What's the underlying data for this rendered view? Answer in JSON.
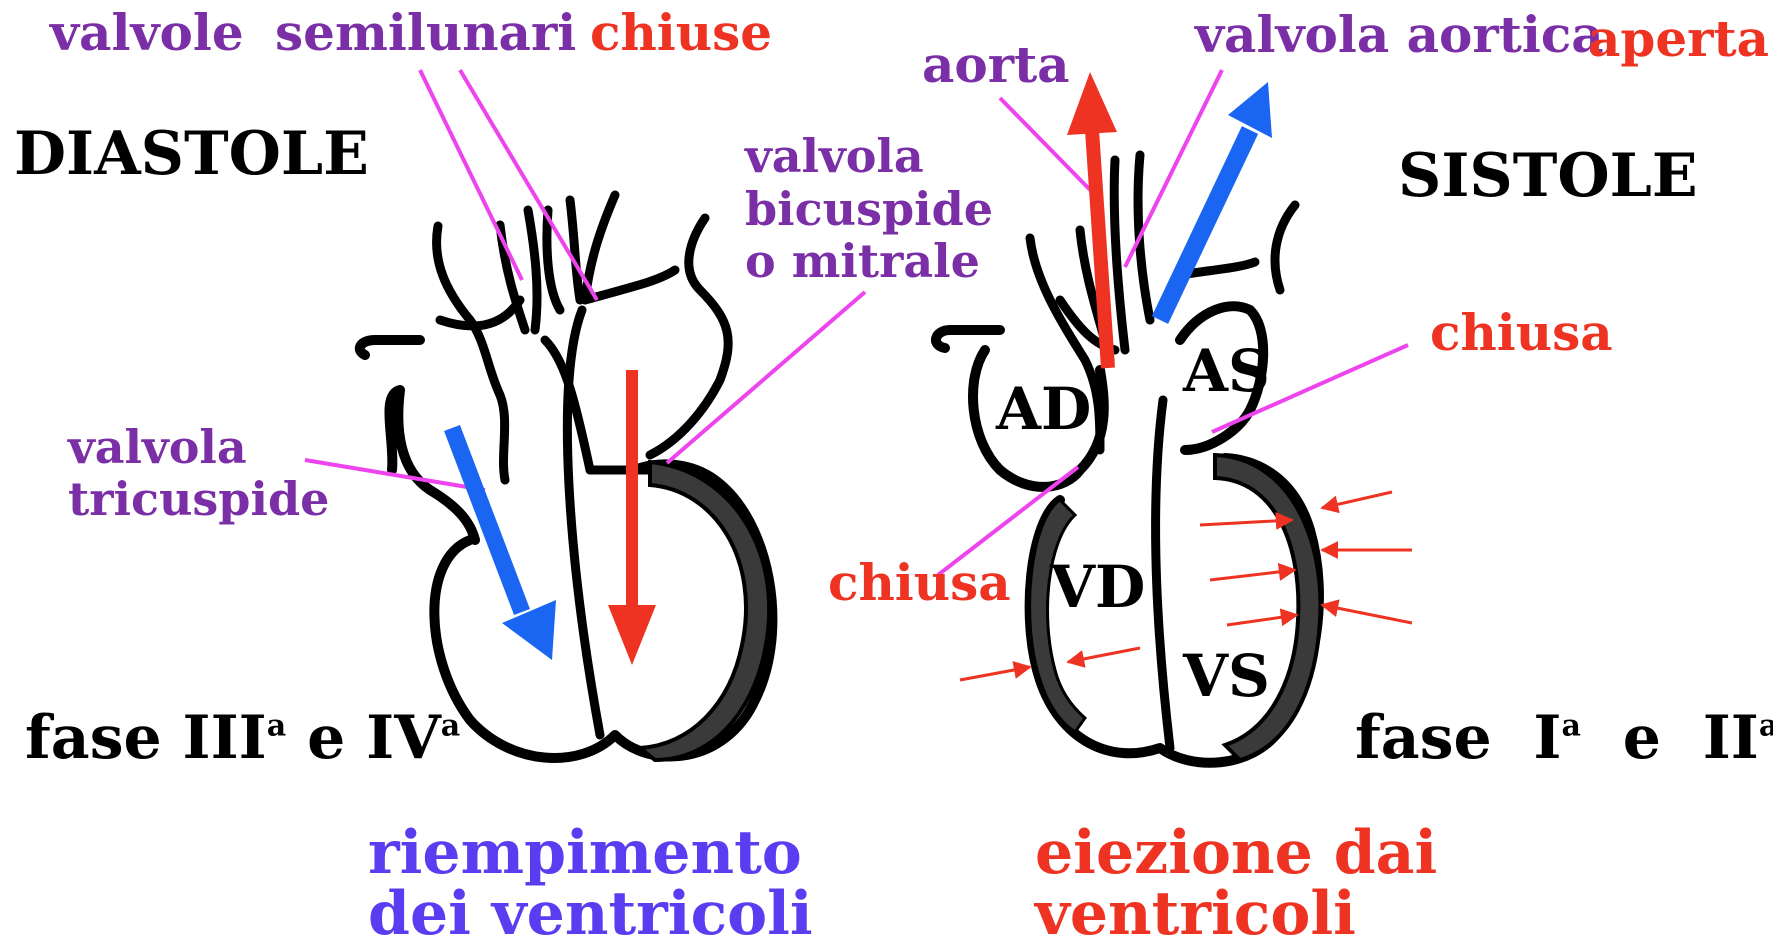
{
  "colors": {
    "purple": "#7b2fa6",
    "red": "#ee3322",
    "blue_arrow": "#1a66f2",
    "magenta_line": "#ee44ee",
    "caption_blue": "#5b3cf0"
  },
  "diastole": {
    "title": "DIASTOLE",
    "phase_word": "fase",
    "phase_3": "III",
    "phase_3_sup": "a",
    "phase_join": "e",
    "phase_4": "IV",
    "phase_4_sup": "a",
    "caption_line1": "riempimento",
    "caption_line2": "dei ventricoli",
    "label_valvole": "valvole",
    "label_semilunari": "semilunari",
    "label_chiuse": "chiuse",
    "label_mitrale_1": "valvola",
    "label_mitrale_2": "bicuspide",
    "label_mitrale_3": "o mitrale",
    "label_tricuspide_1": "valvola",
    "label_tricuspide_2": "tricuspide"
  },
  "sistole": {
    "title": "SISTOLE",
    "phase_word": "fase",
    "phase_1": "I",
    "phase_1_sup": "a",
    "phase_join": "e",
    "phase_2": "II",
    "phase_2_sup": "a",
    "caption_line1": "eiezione dai",
    "caption_line2": "ventricoli",
    "label_aorta": "aorta",
    "label_valvola_aortica": "valvola aortica",
    "label_aperta": "aperta",
    "label_chiusa_right": "chiusa",
    "label_chiusa_left": "chiusa",
    "chamber_ad": "AD",
    "chamber_as": "AS",
    "chamber_vd": "VD",
    "chamber_vs": "VS"
  }
}
